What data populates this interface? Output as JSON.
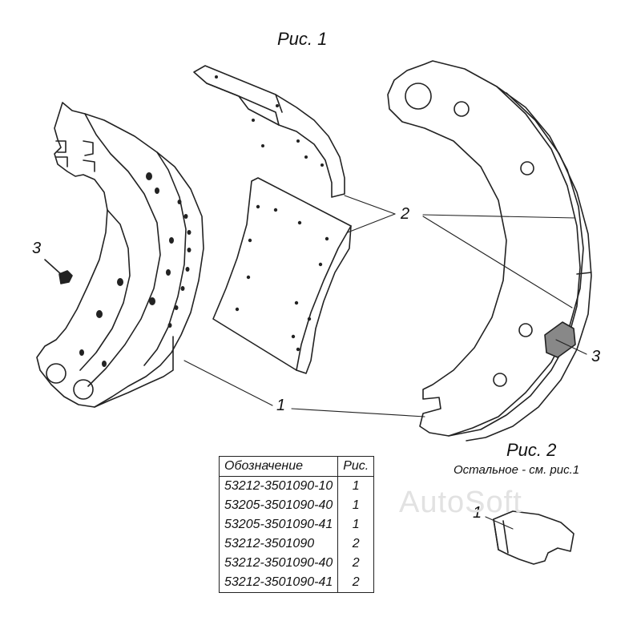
{
  "figure1": {
    "title": "Рис. 1"
  },
  "figure2": {
    "title": "Рис. 2",
    "note": "Остальное - см. рис.1"
  },
  "callouts": {
    "c1": "1",
    "c2": "2",
    "c3": "3",
    "c1_fig2": "1"
  },
  "watermark": "AutoSoft",
  "parts_table": {
    "headers": {
      "designation": "Обозначение",
      "figure": "Рис."
    },
    "rows": [
      {
        "designation": "53212-3501090-10",
        "figure": "1"
      },
      {
        "designation": "53205-3501090-40",
        "figure": "1"
      },
      {
        "designation": "53205-3501090-41",
        "figure": "1"
      },
      {
        "designation": "53212-3501090",
        "figure": "2"
      },
      {
        "designation": "53212-3501090-40",
        "figure": "2"
      },
      {
        "designation": "53212-3501090-41",
        "figure": "2"
      }
    ]
  }
}
